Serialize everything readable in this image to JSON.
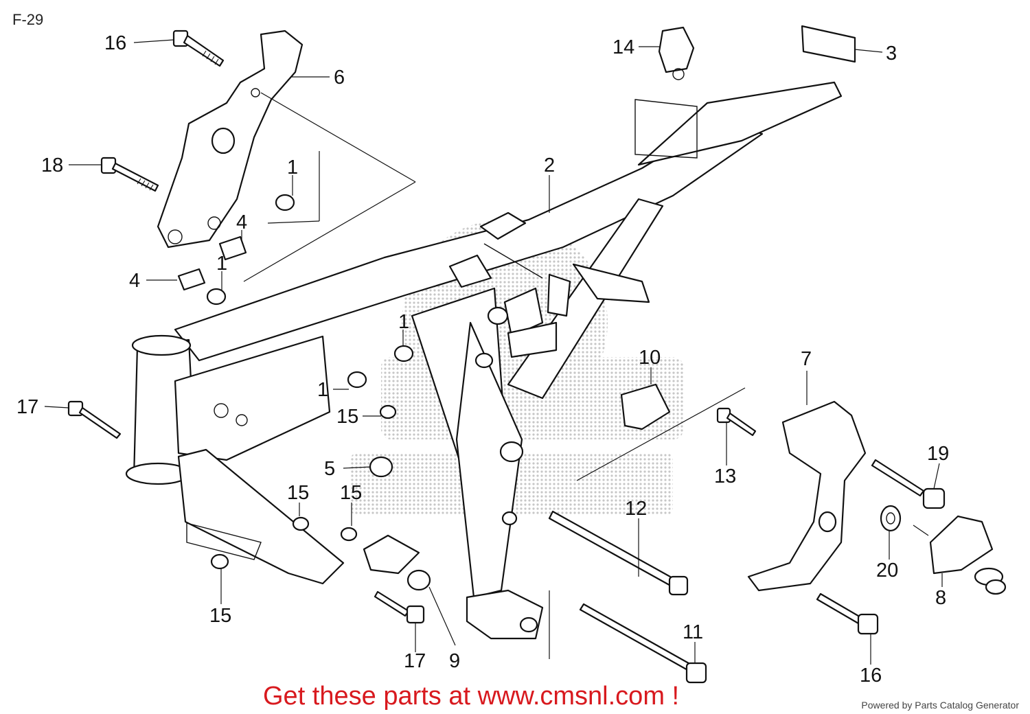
{
  "diagram": {
    "code": "F-29",
    "watermark_text": "cmsnl",
    "callouts": {
      "c1a": "1",
      "c1b": "1",
      "c1c": "1",
      "c1d": "1",
      "c2": "2",
      "c3": "3",
      "c4a": "4",
      "c4b": "4",
      "c5": "5",
      "c6": "6",
      "c7": "7",
      "c8": "8",
      "c9": "9",
      "c10": "10",
      "c11": "11",
      "c12": "12",
      "c13": "13",
      "c14": "14",
      "c15a": "15",
      "c15b": "15",
      "c15c": "15",
      "c15d": "15",
      "c16a": "16",
      "c16b": "16",
      "c17a": "17",
      "c17b": "17",
      "c18": "18",
      "c19": "19",
      "c20": "20"
    }
  },
  "footer": {
    "link_text": "Get these parts at www.cmsnl.com !",
    "credit_text": "Powered by Parts Catalog Generator"
  },
  "colors": {
    "link": "#d8191e",
    "line": "#111111",
    "watermark": "#9a9a9a"
  }
}
